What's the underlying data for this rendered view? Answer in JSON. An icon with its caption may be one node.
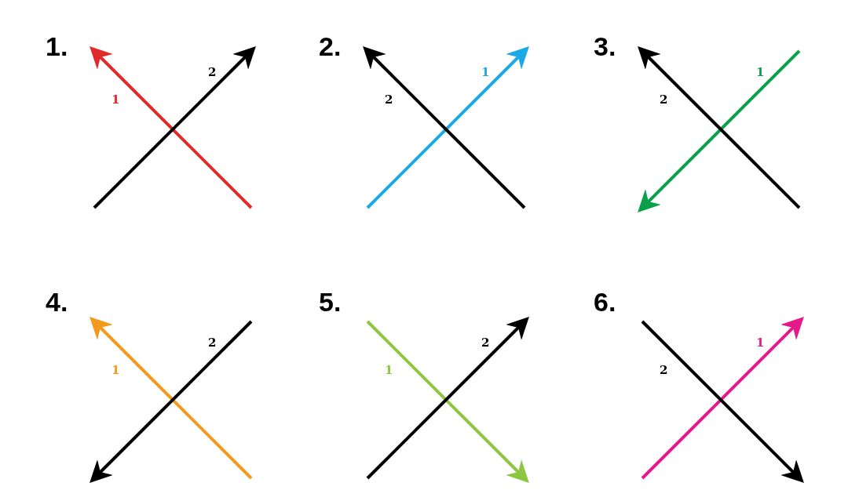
{
  "diagram": {
    "labels": [
      "1.",
      "2",
      "1",
      "2.",
      "1",
      "2",
      "3.",
      "1",
      "2",
      "4.",
      "2",
      "1",
      "5.",
      "2",
      "1",
      "6.",
      "1",
      "2"
    ]
  }
}
